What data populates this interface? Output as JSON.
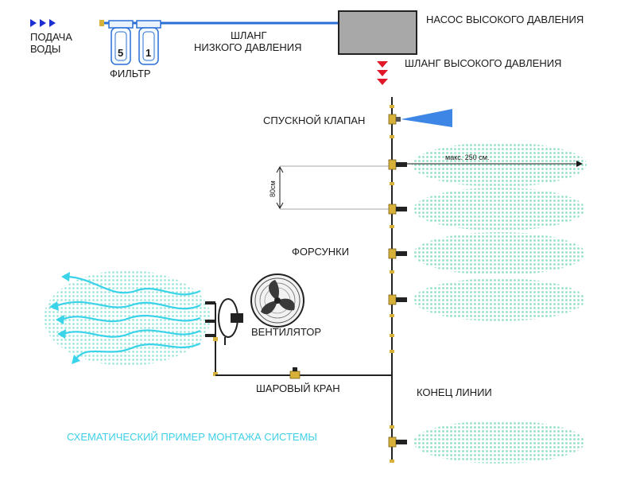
{
  "labels": {
    "water_supply_line1": "ПОДАЧА",
    "water_supply_line2": "ВОДЫ",
    "filter": "ФИЛЬТР",
    "filter_digit_left": "5",
    "filter_digit_right": "1",
    "low_pressure_hose_line1": "ШЛАНГ",
    "low_pressure_hose_line2": "НИЗКОГО ДАВЛЕНИЯ",
    "high_pressure_pump": "НАСОС ВЫСОКОГО ДАВЛЕНИЯ",
    "high_pressure_hose": "ШЛАНГ ВЫСОКОГО ДАВЛЕНИЯ",
    "drain_valve": "СПУСКНОЙ КЛАПАН",
    "max_distance": "макс. 250 см.",
    "spacing": "80см",
    "nozzles": "ФОРСУНКИ",
    "fan": "ВЕНТИЛЯТОР",
    "ball_valve": "ШАРОВЫЙ КРАН",
    "line_end": "КОНЕЦ ЛИНИИ",
    "caption": "СХЕМАТИЧЕСКИЙ ПРИМЕР МОНТАЖА СИСТЕМЫ"
  },
  "colors": {
    "supply_arrows": "#1c2fd4",
    "pressure_arrows": "#e0182a",
    "mist": "#a8e6d2",
    "air_flow": "#39d3ea",
    "spray": "#3d86e6",
    "hose": "#2a6fd6",
    "pipe": "#222222",
    "fitting": "#d8b13a",
    "pump": "#a8a8a8",
    "caption": "#3fd0e8"
  },
  "icons": {
    "supply": "triple-arrow-icon",
    "pressure": "triple-down-arrow-icon",
    "fan": "fan-icon"
  }
}
